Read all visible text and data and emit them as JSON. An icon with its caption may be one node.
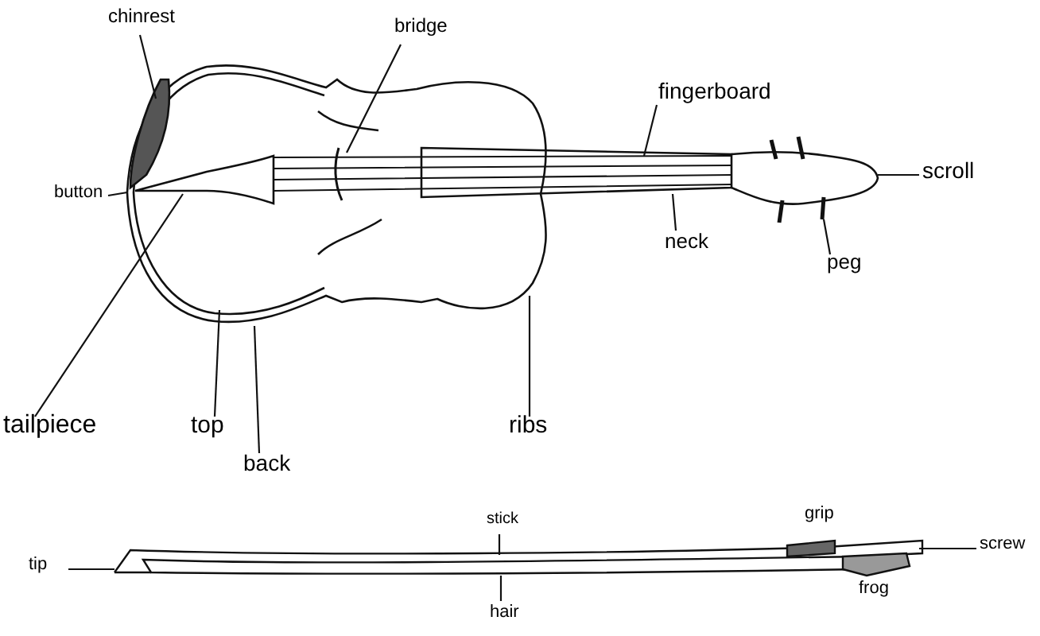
{
  "diagram": {
    "nodes": [
      {
        "text": [
          "chinrest"
        ]
      },
      {
        "text": [
          "bridge"
        ]
      },
      {
        "text": [
          "fingerboard"
        ]
      },
      {
        "text": [
          "scroll"
        ]
      },
      {
        "text": [
          "button"
        ]
      },
      {
        "text": [
          "neck"
        ]
      },
      {
        "text": [
          "peg"
        ]
      },
      {
        "text": [
          "tailpiece"
        ]
      },
      {
        "text": [
          "top"
        ]
      },
      {
        "text": [
          "back"
        ]
      },
      {
        "text": [
          "ribs"
        ]
      },
      {
        "text": [
          "stick"
        ]
      },
      {
        "text": [
          "grip"
        ]
      },
      {
        "text": [
          "screw"
        ]
      },
      {
        "text": [
          "tip"
        ]
      },
      {
        "text": [
          "hair"
        ]
      },
      {
        "text": [
          "frog"
        ]
      },
      {
        "text": [],
        "shape": "picture"
      }
    ],
    "edges": [
      {
        "from": 0,
        "to": null,
        "arrow": "none"
      },
      {
        "from": 1,
        "to": null,
        "arrow": "none"
      },
      {
        "from": 2,
        "to": null,
        "arrow": "none"
      },
      {
        "from": 3,
        "to": null,
        "arrow": "none"
      },
      {
        "from": 4,
        "to": null,
        "arrow": "none"
      },
      {
        "from": 5,
        "to": null,
        "arrow": "none"
      },
      {
        "from": 6,
        "to": null,
        "arrow": "none"
      },
      {
        "from": 7,
        "to": null,
        "arrow": "none"
      },
      {
        "from": 8,
        "to": null,
        "arrow": "none"
      },
      {
        "from": 9,
        "to": null,
        "arrow": "none"
      },
      {
        "from": 10,
        "to": null,
        "arrow": "none"
      },
      {
        "from": 11,
        "to": 17,
        "arrow": "none"
      },
      {
        "from": 13,
        "to": 17,
        "arrow": "none"
      },
      {
        "from": 14,
        "to": 17,
        "arrow": "none"
      },
      {
        "from": 15,
        "to": 17,
        "arrow": "none"
      }
    ]
  }
}
